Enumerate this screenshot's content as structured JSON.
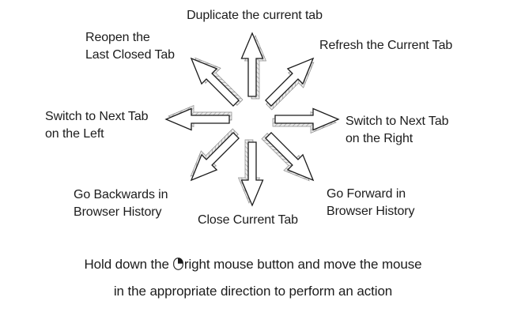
{
  "page": {
    "background": "#ffffff",
    "text_color": "#1c1c1c",
    "arrow_fill": "#ffffff",
    "arrow_outline": "#1b1b1b",
    "arrow_bevel": "#e3e3e3"
  },
  "gestures": {
    "up": "Duplicate the current tab",
    "up_left": "Reopen the\nLast Closed Tab",
    "up_right": "Refresh the Current Tab",
    "left": "Switch to Next Tab\non the Left",
    "right": "Switch to Next Tab\non the Right",
    "down_left": "Go Backwards in\nBrowser History",
    "down": "Close Current Tab",
    "down_right": "Go Forward in\nBrowser History"
  },
  "arrow_directions": [
    "up",
    "up-right",
    "right",
    "down-right",
    "down",
    "down-left",
    "left",
    "up-left"
  ],
  "icons": {
    "gesture_arrow": "hand-drawn 3d outlined arrow with hatched bevel",
    "right_mouse_button": "mouse outline with top-right button filled"
  },
  "instruction": {
    "line1_prefix": "Hold down the",
    "line1_suffix": "right mouse button and move the mouse",
    "line2": "in the appropriate direction to perform an action"
  }
}
